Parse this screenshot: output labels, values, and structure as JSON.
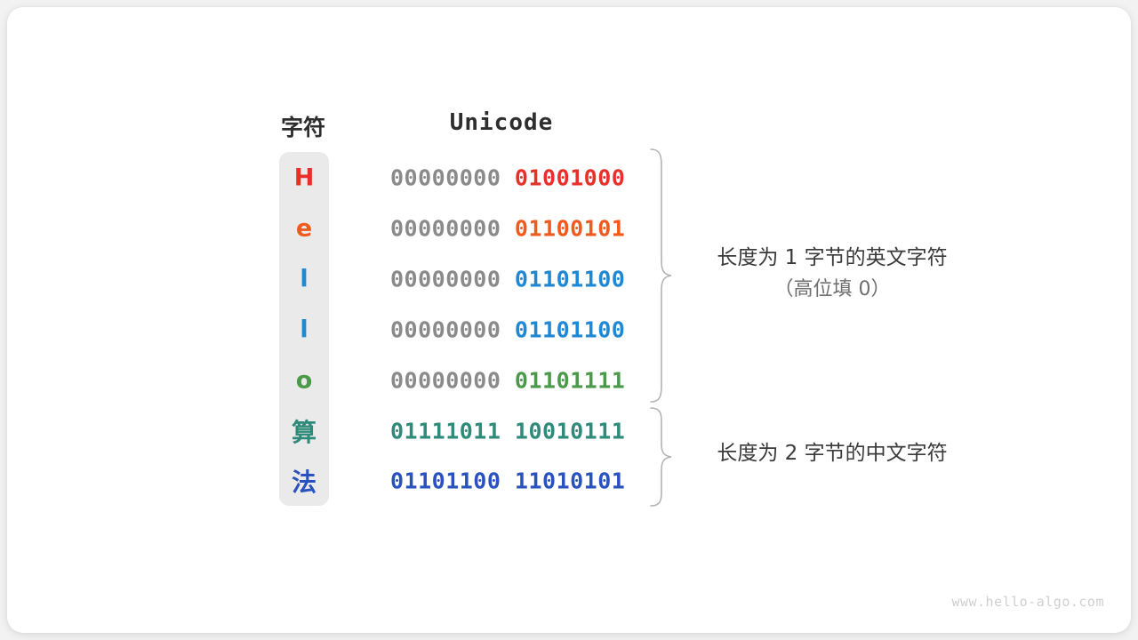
{
  "figure": {
    "background_color": "#f2f2f2",
    "card_color": "#ffffff",
    "char_column_color": "#eaeaea"
  },
  "headers": {
    "char": "字符",
    "unicode": "Unicode"
  },
  "rows": [
    {
      "char": "H",
      "char_color": "#e8302a",
      "high_byte": "00000000",
      "low_byte": "01001000",
      "byte_color": "#e8302a",
      "cjk": false
    },
    {
      "char": "e",
      "char_color": "#f05a1e",
      "high_byte": "00000000",
      "low_byte": "01100101",
      "byte_color": "#f05a1e",
      "cjk": false
    },
    {
      "char": "l",
      "char_color": "#1e88d4",
      "high_byte": "00000000",
      "low_byte": "01101100",
      "byte_color": "#1e88d4",
      "cjk": false
    },
    {
      "char": "l",
      "char_color": "#1e88d4",
      "high_byte": "00000000",
      "low_byte": "01101100",
      "byte_color": "#1e88d4",
      "cjk": false
    },
    {
      "char": "o",
      "char_color": "#4a9a4a",
      "high_byte": "00000000",
      "low_byte": "01101111",
      "byte_color": "#4a9a4a",
      "cjk": false
    },
    {
      "char": "算",
      "char_color": "#2e8b7a",
      "high_byte": "01111011",
      "low_byte": "10010111",
      "byte_color": "#2e8b7a",
      "cjk": true,
      "high_byte_colored": true
    },
    {
      "char": "法",
      "char_color": "#2a52be",
      "high_byte": "01101100",
      "low_byte": "11010101",
      "byte_color": "#2a52be",
      "cjk": true,
      "high_byte_colored": true
    }
  ],
  "annotations": [
    {
      "line1": "长度为 1 字节的英文字符",
      "line2": "（高位填 0）"
    },
    {
      "line1": "长度为 2 字节的中文字符",
      "line2": ""
    }
  ],
  "watermark": "www.hello-algo.com"
}
